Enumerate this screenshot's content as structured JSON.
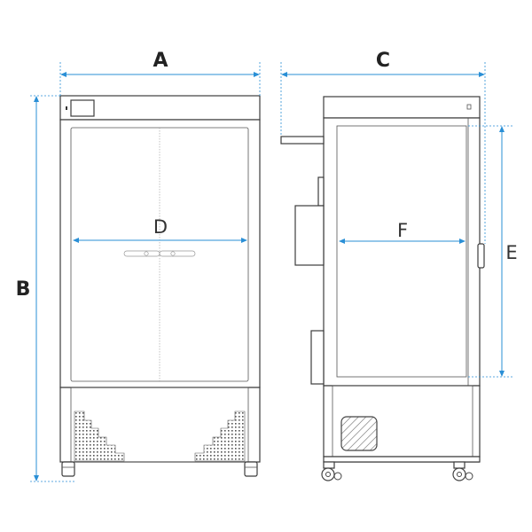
{
  "labels": {
    "A": "A",
    "B": "B",
    "C": "C",
    "D": "D",
    "E": "E",
    "F": "F"
  },
  "colors": {
    "dimension_line": "#2a8fd6",
    "outline": "#3c3c3c",
    "background": "#ffffff"
  }
}
